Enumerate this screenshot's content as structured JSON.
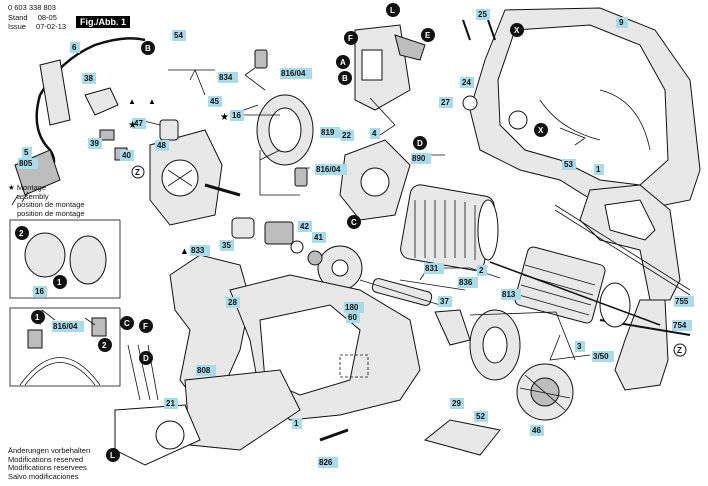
{
  "header": {
    "doc_number": "0 603 338 803",
    "stand_label": "Stand",
    "stand_value": "08-05",
    "issue_label": "Issue",
    "issue_value": "07-02-13",
    "fig_label": "Fig./Abb. 1"
  },
  "montage_note": [
    "Montage",
    "assembly",
    "position de montage",
    "position de montage"
  ],
  "footer": [
    "Änderungen vorbehalten",
    "Modifications reserved",
    "Modifications reservees",
    "Salvo modificaciones"
  ],
  "parts": {
    "p9": "9",
    "p25": "25",
    "p54": "54",
    "p6": "6",
    "p834": "834",
    "p816_04a": "816/04",
    "p45": "45",
    "p38": "38",
    "p47": "47",
    "p16": "16",
    "p39": "39",
    "p40": "40",
    "p48": "48",
    "p5": "5",
    "p805": "805",
    "p24": "24",
    "p27": "27",
    "p819": "819",
    "p22": "22",
    "p4": "4",
    "p890": "890",
    "p816_04b": "816/04",
    "p53": "53",
    "p1a": "1",
    "p833": "833",
    "p35": "35",
    "p42": "42",
    "p41": "41",
    "p2": "2",
    "p831": "831",
    "p836": "836",
    "p813": "813",
    "p755": "755",
    "p754": "754",
    "p3": "3",
    "p3_50": "3/50",
    "p16b": "16",
    "p816_04c": "816/04",
    "p28": "28",
    "p180": "180",
    "p60": "60",
    "p37": "37",
    "p808": "808",
    "p21": "21",
    "p1b": "1",
    "p826": "826",
    "p29": "29",
    "p52": "52",
    "p46": "46"
  },
  "markers": {
    "B1": "B",
    "F1": "F",
    "A1": "A",
    "B2": "B",
    "E1": "E",
    "L1": "L",
    "X1": "X",
    "X2": "X",
    "Z1": "Z",
    "Z2": "Z",
    "C1": "C",
    "D1": "D",
    "n2": "2",
    "n1": "1",
    "n1b": "1",
    "n2b": "2",
    "C2": "C",
    "F2": "F",
    "D2": "D",
    "L2": "L"
  },
  "colors": {
    "label_fill": "#a8dcea",
    "line": "#111111"
  }
}
